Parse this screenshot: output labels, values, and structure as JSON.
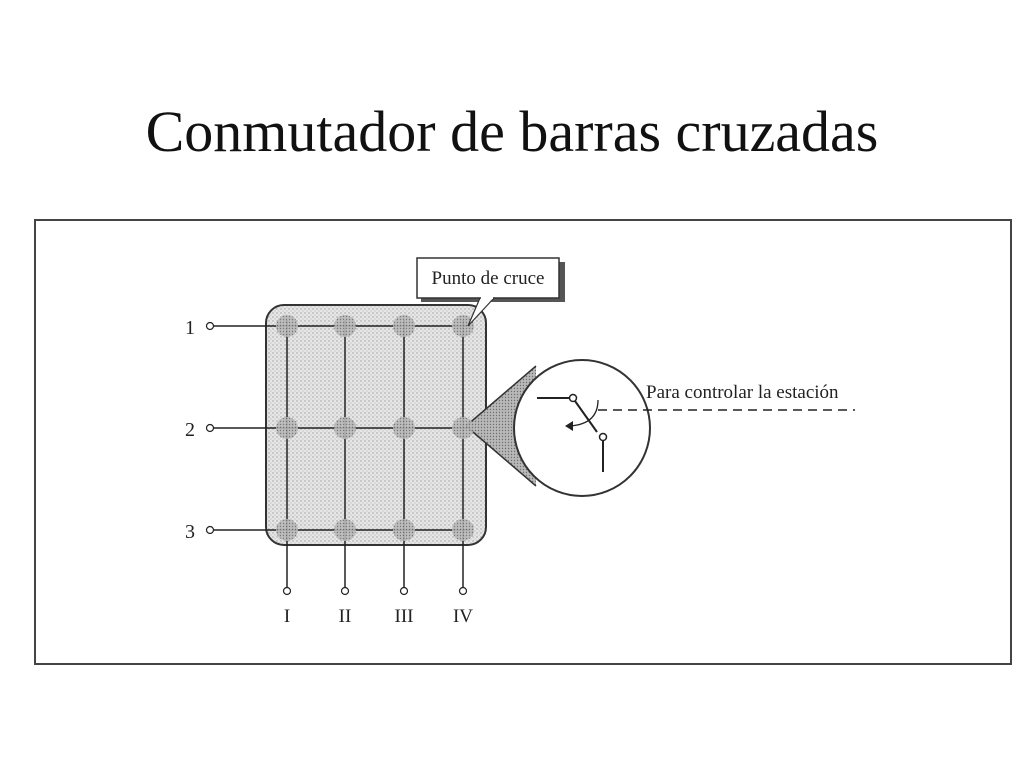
{
  "title": "Conmutador de barras cruzadas",
  "diagram": {
    "callout_label": "Punto de cruce",
    "control_label": "Para controlar la estación",
    "inputs": [
      "1",
      "2",
      "3"
    ],
    "outputs": [
      "I",
      "II",
      "III",
      "IV"
    ]
  }
}
